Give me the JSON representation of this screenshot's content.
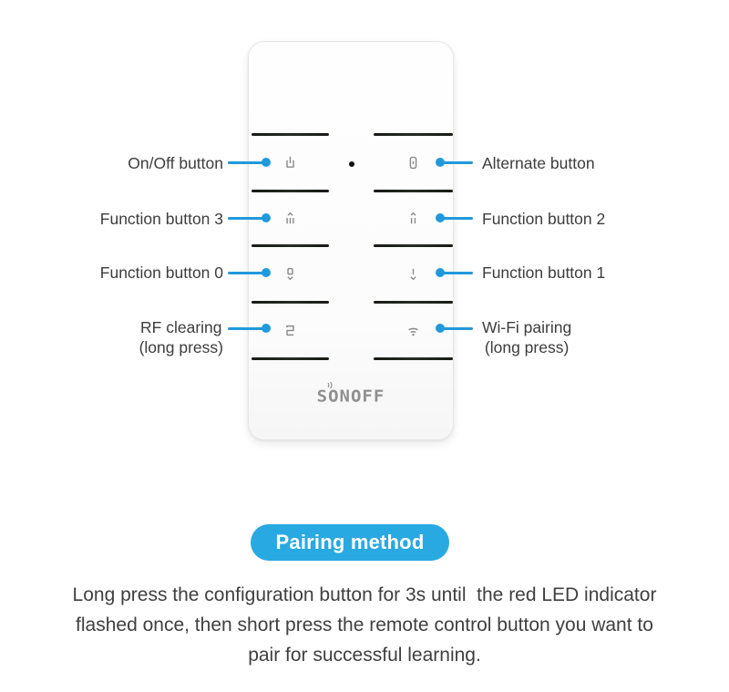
{
  "device": {
    "brand_logo": "SONOFF",
    "buttons": {
      "left": [
        "power",
        "function-3",
        "function-0",
        "rf-clear"
      ],
      "right": [
        "alternate",
        "function-2",
        "function-1",
        "wifi"
      ]
    }
  },
  "callouts": {
    "left": [
      {
        "label": "On/Off button"
      },
      {
        "label": "Function button 3"
      },
      {
        "label": "Function button 0"
      },
      {
        "label": "RF clearing",
        "sublabel": "(long press)"
      }
    ],
    "right": [
      {
        "label": "Alternate button"
      },
      {
        "label": "Function button 2"
      },
      {
        "label": "Function button 1"
      },
      {
        "label": "Wi-Fi pairing",
        "sublabel": "(long press)"
      }
    ]
  },
  "pairing": {
    "badge_label": "Pairing method",
    "instructions": [
      "Long press the configuration button for 3s until  the red LED indicator",
      "flashed once, then short press the remote control button you want to",
      "pair for successful learning."
    ]
  },
  "colors": {
    "accent_blue": "#29a9e1",
    "connector_blue": "#2199dd",
    "text_dark": "#3d3d3d",
    "icon_gray": "#8a8a8a"
  }
}
